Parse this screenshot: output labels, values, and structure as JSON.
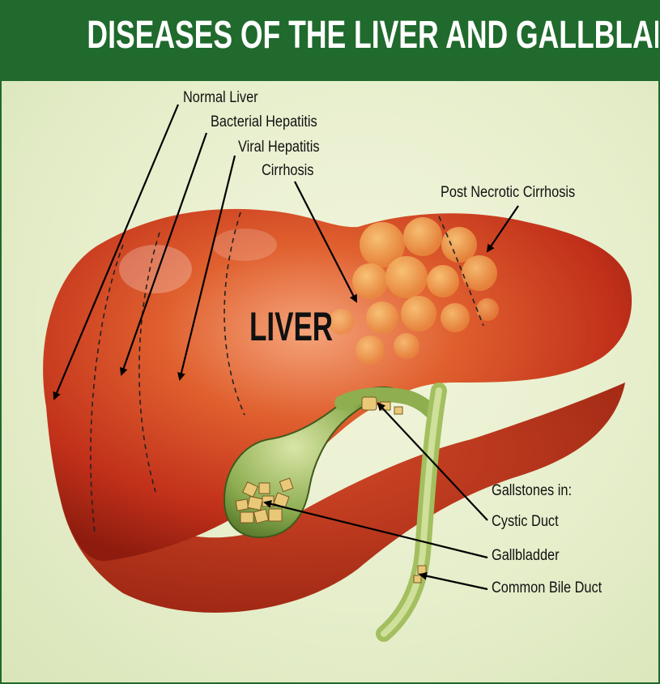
{
  "title": "DISEASES OF THE LIVER AND GALLBLADDER",
  "organ_label": "LIVER",
  "labels": {
    "normal_liver": "Normal Liver",
    "bacterial_hepatitis": "Bacterial Hepatitis",
    "viral_hepatitis": "Viral Hepatitis",
    "cirrhosis": "Cirrhosis",
    "post_necrotic_cirrhosis": "Post Necrotic Cirrhosis",
    "gallstones_in": "Gallstones in:",
    "cystic_duct": "Cystic Duct",
    "gallbladder": "Gallbladder",
    "common_bile_duct": "Common Bile Duct"
  },
  "colors": {
    "banner": "#1f6a2c",
    "background": "#e4ecca",
    "liver": "#c8321c",
    "gallbladder": "#7fa24a"
  }
}
